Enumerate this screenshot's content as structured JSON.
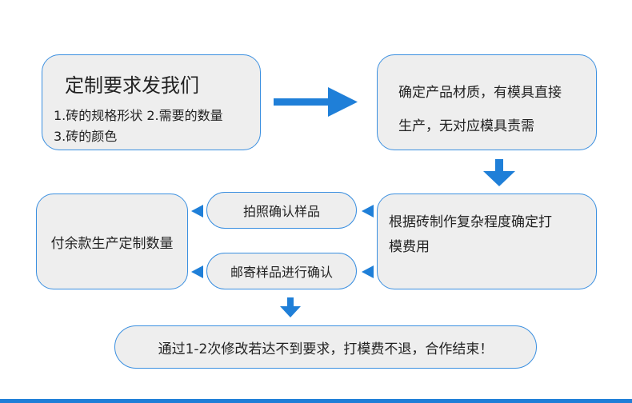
{
  "colors": {
    "accent": "#1f7fd8",
    "box_fill": "#eeeeee",
    "border": "#3a8fe0"
  },
  "step1": {
    "title": "定制要求发我们",
    "line1": "1.砖的规格形状 2.需要的数量",
    "line2": "3.砖的颜色"
  },
  "step2": {
    "line1": "确定产品材质，有模具直接",
    "line2": "生产，无对应模具责需"
  },
  "step3": {
    "line1": "根据砖制作复杂程度确定打",
    "line2": "模费用"
  },
  "branch_top": {
    "label": "拍照确认样品"
  },
  "branch_bottom": {
    "label": "邮寄样品进行确认"
  },
  "step4": {
    "label": "付余款生产定制数量"
  },
  "final": {
    "label": "通过1-2次修改若达不到要求，打模费不退，合作结束！"
  }
}
